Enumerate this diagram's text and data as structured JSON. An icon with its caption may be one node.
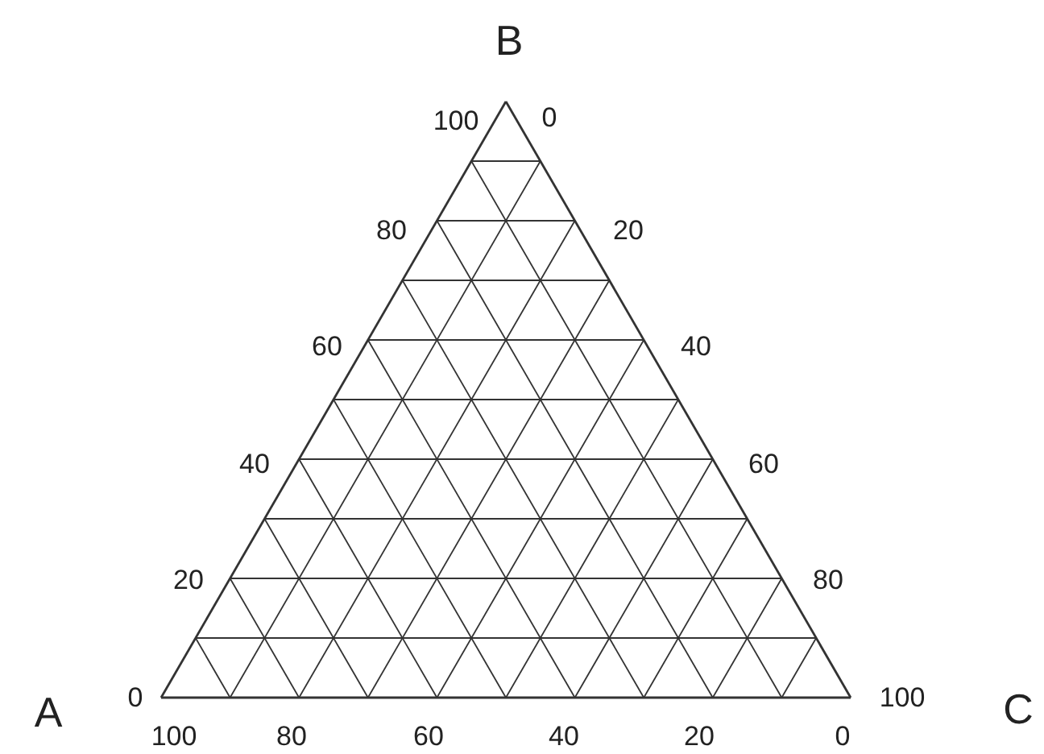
{
  "diagram": {
    "labels": [
      "B",
      "100",
      "0",
      "80",
      "20",
      "60",
      "40",
      "40",
      "60",
      "20",
      "80",
      "A",
      "0",
      "100",
      "C",
      "100",
      "80",
      "60",
      "40",
      "20",
      "0"
    ]
  }
}
